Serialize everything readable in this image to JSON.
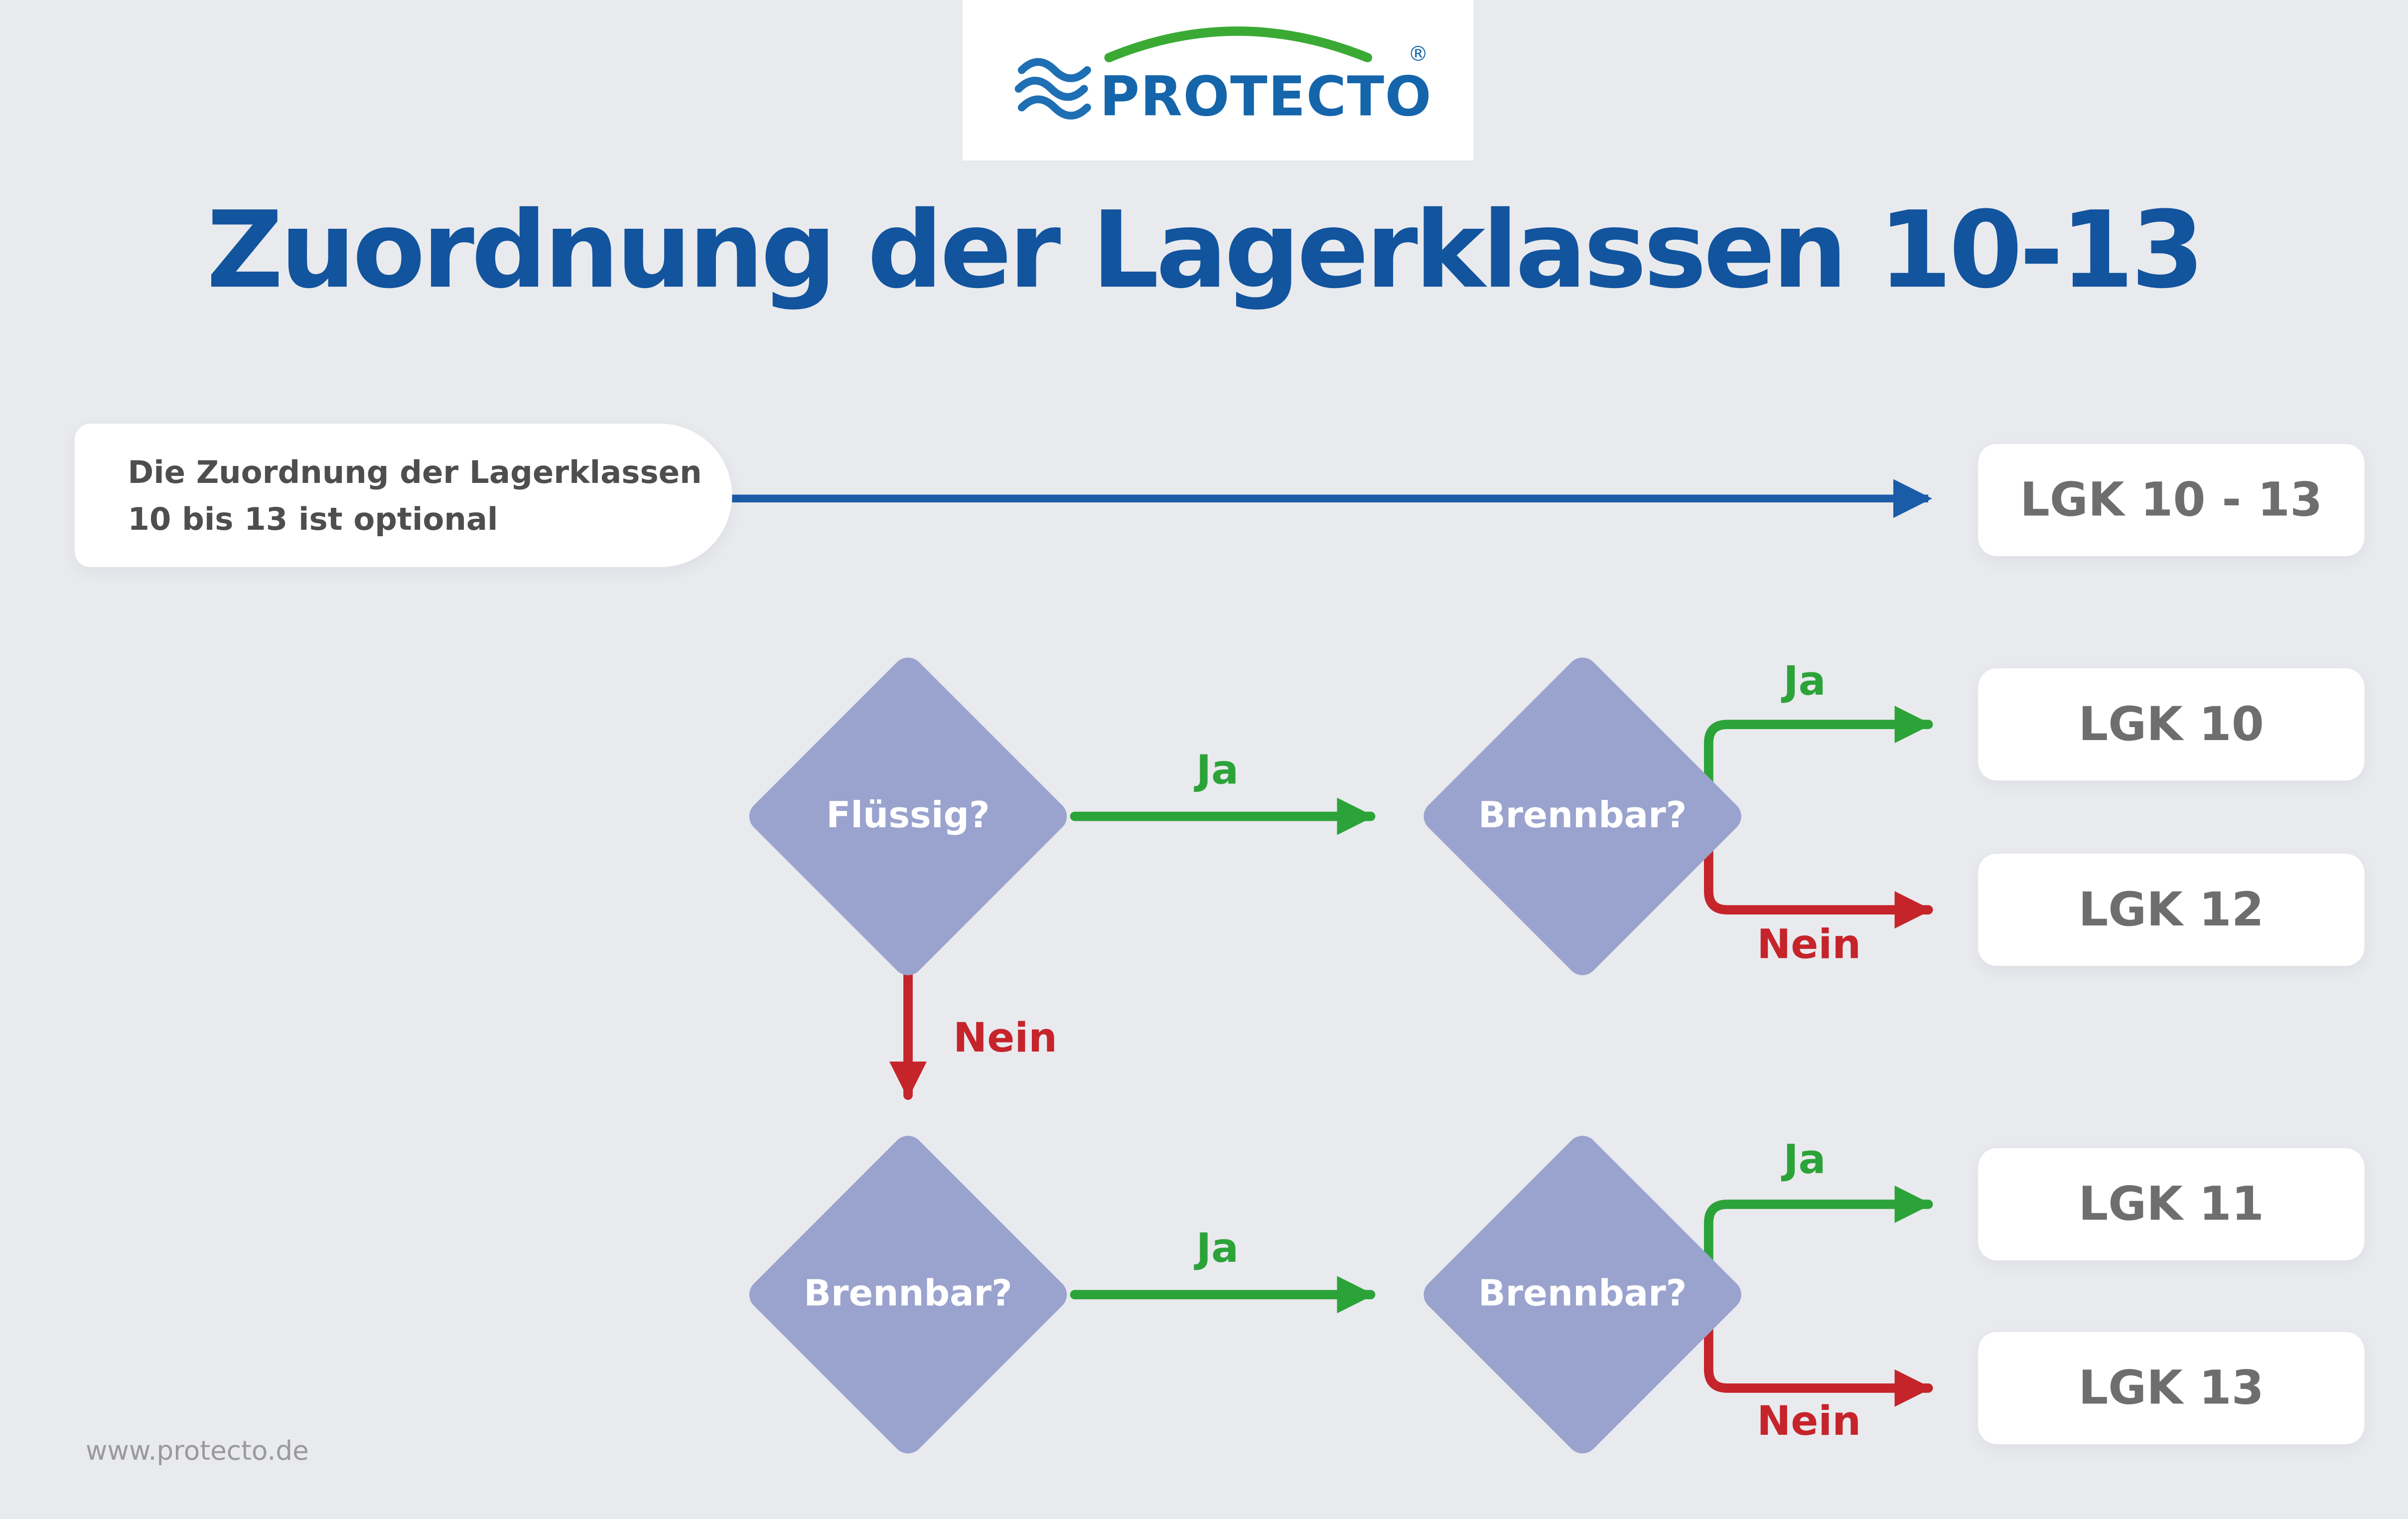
{
  "page": {
    "title": "Zuordnung der Lagerklassen 10-13",
    "footer": "www.protecto.de",
    "background_color": "#e9eaee"
  },
  "logo": {
    "brand": "PROTECTO",
    "registered_mark": "®"
  },
  "note": {
    "lines": [
      "Die Zuordnung der Lagerklassen",
      "10 bis 13 ist optional"
    ]
  },
  "colors": {
    "title_blue": "#12549e",
    "arrow_blue": "#1a5ca8",
    "yes_green": "#2ca339",
    "no_red": "#c5242b",
    "diamond_purple": "#9aa3ce",
    "result_text_gray": "#6e6e6e",
    "logo_blue": "#1565ab",
    "logo_green": "#3aaa35"
  },
  "flow": {
    "edge_labels": {
      "yes": "Ja",
      "no": "Nein"
    },
    "decisions": {
      "d1": "Flüssig?",
      "d2": "Brennbar?",
      "d3": "Brennbar?",
      "d4": "Brennbar?"
    },
    "results": {
      "lgk_10_13": "LGK 10 - 13",
      "lgk_10": "LGK 10",
      "lgk_12": "LGK 12",
      "lgk_11": "LGK 11",
      "lgk_13": "LGK 13"
    }
  }
}
